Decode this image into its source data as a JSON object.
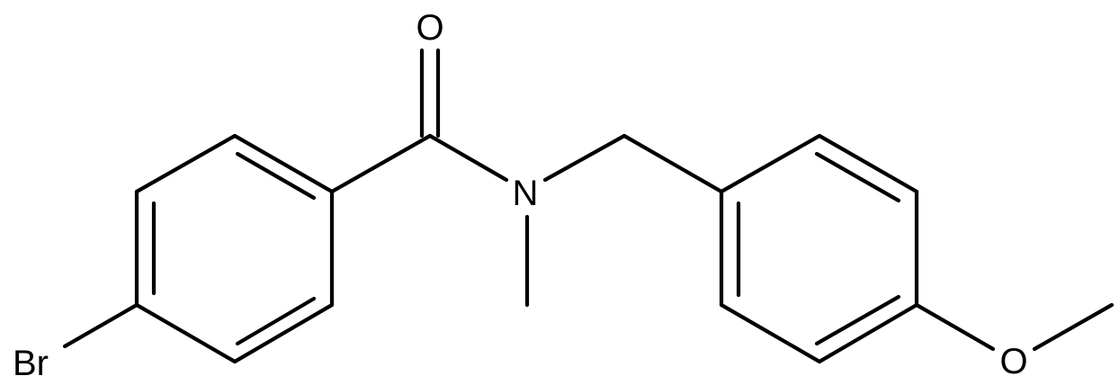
{
  "atoms": {
    "carbonyl_oxygen": "O",
    "amide_nitrogen": "N",
    "bromine": "Br",
    "ether_oxygen": "O"
  },
  "colors": {
    "bond": "#000000",
    "label": "#000000",
    "background": "#ffffff"
  }
}
